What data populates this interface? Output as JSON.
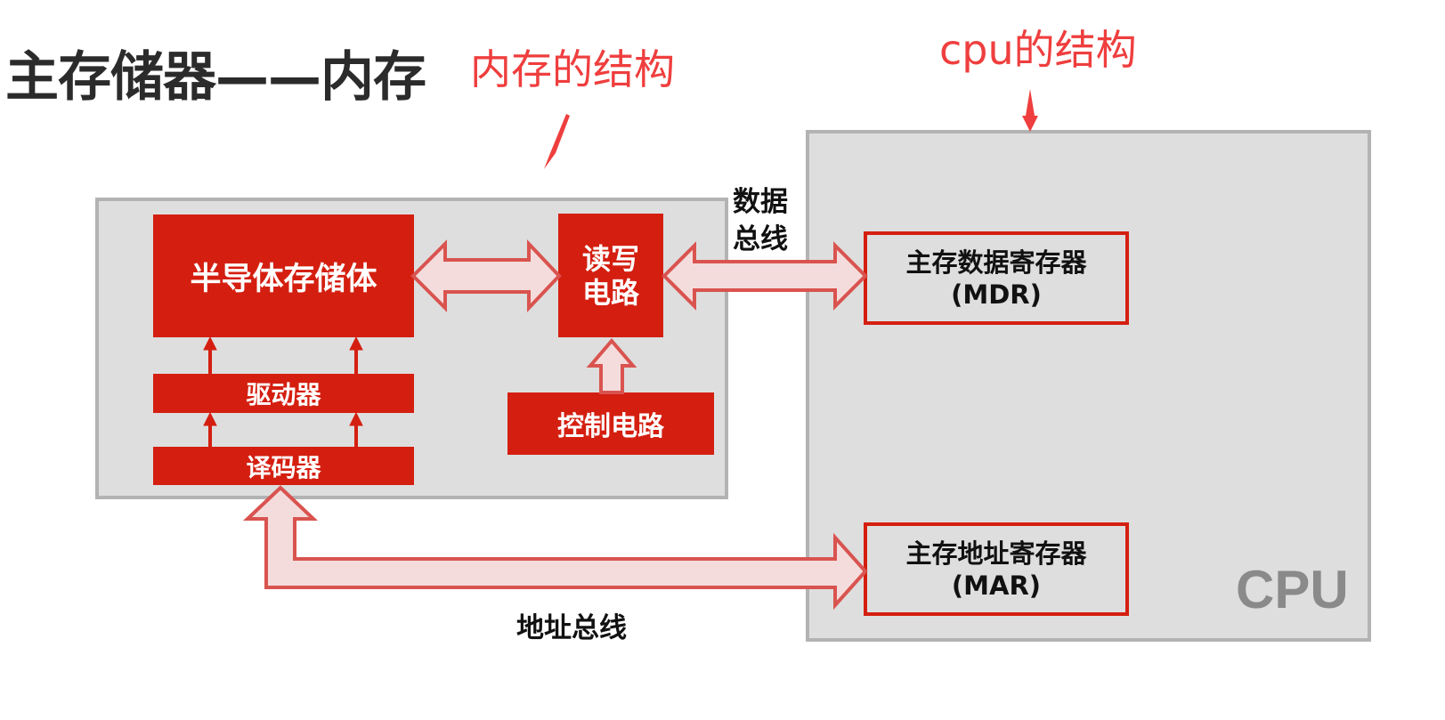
{
  "title": "主存储器——内存",
  "callouts": {
    "memory": "内存的结构",
    "cpu": "cpu的结构"
  },
  "memory": {
    "storage": "半导体存储体",
    "driver": "驱动器",
    "decoder": "译码器",
    "rw_circuit": [
      "读写",
      "电路"
    ],
    "control_circuit": "控制电路"
  },
  "cpu": {
    "mdr": [
      "主存数据寄存器",
      "(MDR)"
    ],
    "mar": [
      "主存地址寄存器",
      "(MAR)"
    ],
    "label": "CPU"
  },
  "buses": {
    "data": [
      "数据",
      "总线"
    ],
    "address": "地址总线"
  },
  "colors": {
    "red_block": "#d41f10",
    "arrow": "#d9534f",
    "callout": "#ef3e3e",
    "panel": "#dedede",
    "panel_border": "#b3b3b3"
  }
}
